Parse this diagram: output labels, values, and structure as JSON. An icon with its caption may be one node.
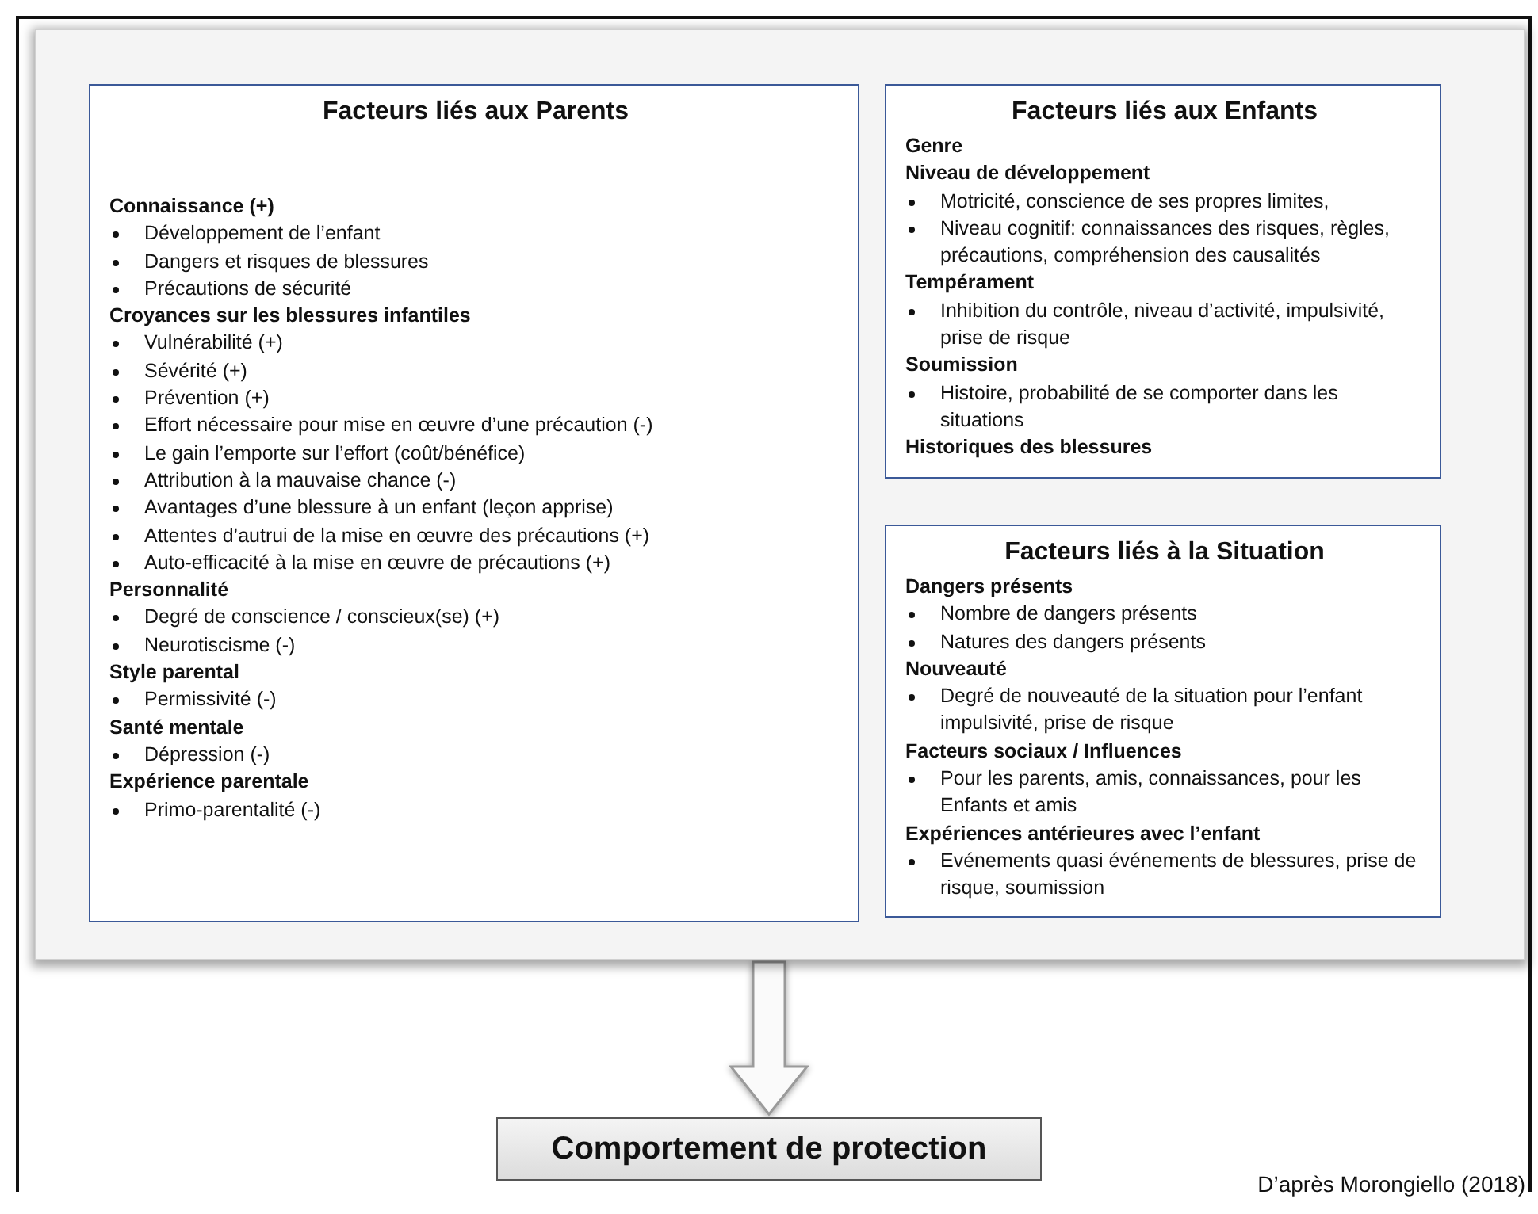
{
  "diagram": {
    "caption": "D’après Morongiello (2018)",
    "nodes": [
      {
        "text": [],
        "shape": "box"
      },
      {
        "text": [
          "Facteurs liés aux Parents",
          "**Connaissance (+)**",
          "Développement de l’enfant",
          "Dangers et risques de blessures",
          "Précautions de sécurité",
          "**Croyances sur les blessures infantiles**",
          "Vulnérabilité (+)",
          "Sévérité (+)",
          "Prévention (+)",
          "Effort nécessaire pour mise en œuvre d’une précaution (-)",
          "Le gain l’emporte sur l’effort (coût/bénéfice)",
          "Attribution à la mauvaise chance (-)",
          "Avantages d’une blessure à un enfant (leçon apprise)",
          "Attentes d’autrui de la mise en œuvre des précautions (+)",
          "Auto-efficacité à la mise en œuvre de précautions (+)",
          "**Personnalité**",
          "Degré de conscience / conscieux(se) (+)",
          "Neurotiscisme (-)",
          "**Style parental**",
          "Permissivité (-)",
          "**Santé mentale**",
          "Dépression (-)",
          "**Expérience parentale**",
          "Primo-parentalité (-)"
        ],
        "in": 0
      },
      {
        "text": [
          "Facteurs liés aux Enfants",
          "**Genre**",
          "**Niveau de développement**",
          "Motricité, conscience de ses propres limites,",
          "Niveau cognitif: connaissances des risques, règles, précautions, compréhension des causalités",
          "**Tempérament**",
          "Inhibition du contrôle, niveau d’activité, impulsivité, prise de risque",
          "**Soumission**",
          "Histoire, probabilité de se comporter dans les situations",
          "**Historiques des blessures**"
        ],
        "in": 0
      },
      {
        "text": [
          "Facteurs liés à la Situation",
          "**Dangers présents**",
          "Nombre de dangers présents",
          "Natures des dangers présents",
          "**Nouveauté**",
          "Degré de nouveauté de la situation pour l’enfant impulsivité, prise de risque",
          "**Facteurs sociaux / Influences**",
          "Pour les parents, amis, connaissances, pour les Enfants et amis",
          "**Expériences antérieures avec l’enfant**",
          "Evénements quasi événements de blessures, prise de risque, soumission"
        ],
        "in": 0
      },
      {
        "text": [
          "Comportement de protection"
        ]
      }
    ],
    "edges": [
      {
        "from": 0,
        "to": 4,
        "arrow": "to",
        "style": "thick"
      }
    ]
  }
}
